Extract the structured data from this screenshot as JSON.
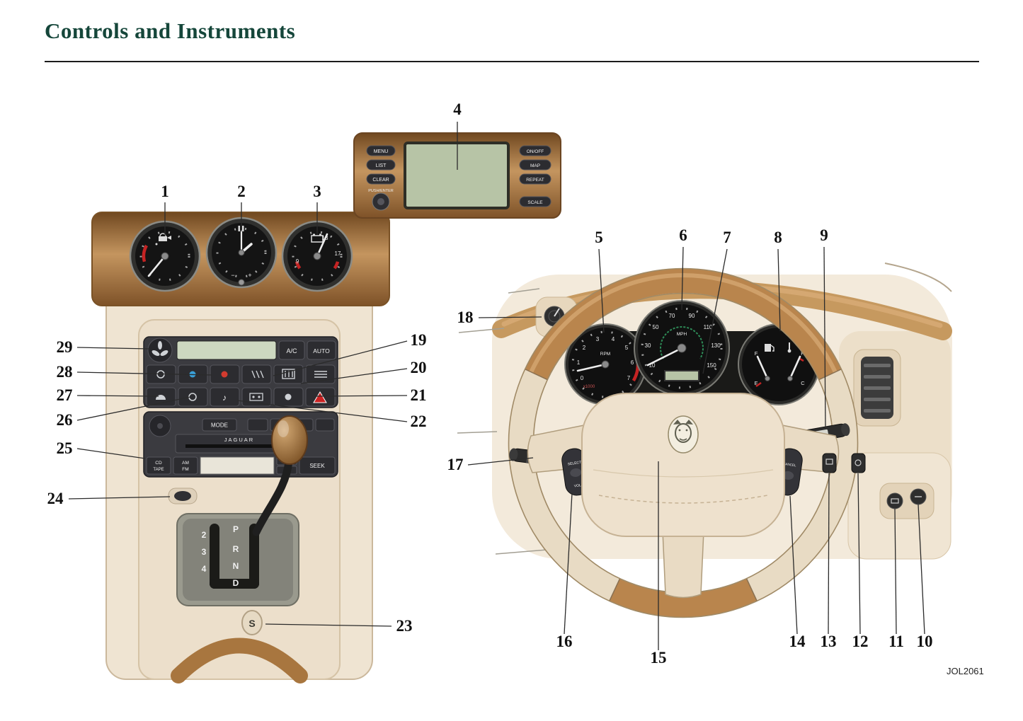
{
  "page": {
    "title": "Controls and Instruments",
    "figure_code": "JOL2061"
  },
  "callouts": [
    "1",
    "2",
    "3",
    "4",
    "5",
    "6",
    "7",
    "8",
    "9",
    "10",
    "11",
    "12",
    "13",
    "14",
    "15",
    "16",
    "17",
    "18",
    "19",
    "20",
    "21",
    "22",
    "23",
    "24",
    "25",
    "26",
    "27",
    "28",
    "29"
  ],
  "nav_display": {
    "left_buttons": [
      "MENU",
      "LIST",
      "CLEAR"
    ],
    "knob_label": "PUSH/ENTER",
    "right_buttons": [
      "ON/OFF",
      "MAP",
      "REPEAT",
      "SCALE"
    ]
  },
  "console": {
    "voltmeter": {
      "tick_labels": [
        "9",
        "13",
        "17"
      ]
    },
    "climate": {
      "ac": "A/C",
      "auto": "AUTO"
    },
    "radio": {
      "brand": "JAGUAR",
      "mode": "MODE",
      "cd": "CD",
      "tape": "TAPE",
      "am": "AM",
      "fm": "FM",
      "seek": "SEEK"
    },
    "shifter": {
      "gate_left": [
        "2",
        "3",
        "4"
      ],
      "gate_right": [
        "P",
        "R",
        "N",
        "D"
      ],
      "sport_button": "S"
    }
  },
  "cluster": {
    "tachometer": {
      "tick_labels": [
        "0",
        "1",
        "2",
        "3",
        "4",
        "5",
        "6",
        "7"
      ],
      "unit": "RPM",
      "multiplier": "x1000"
    },
    "speedometer": {
      "tick_labels": [
        "10",
        "30",
        "50",
        "70",
        "90",
        "110",
        "130",
        "150"
      ],
      "unit": "MPH"
    },
    "fuel_temp_gauge": {
      "fuel_full": "F",
      "fuel_empty": "E",
      "temp_hot": "H",
      "temp_cold": "C"
    }
  },
  "wheel": {
    "left_pod": {
      "line1": "SELECT",
      "line2": "VOL"
    },
    "right_pod": {
      "line1": "CANCEL"
    }
  }
}
